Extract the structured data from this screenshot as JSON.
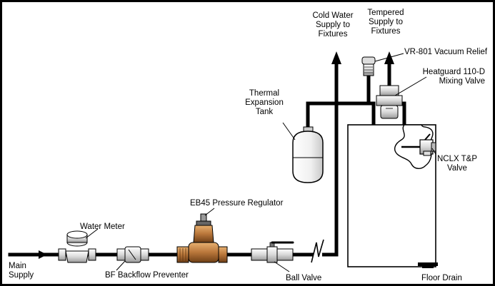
{
  "labels": {
    "cold_water_1": "Cold Water",
    "cold_water_2": "Supply to",
    "cold_water_3": "Fixtures",
    "tempered_1": "Tempered",
    "tempered_2": "Supply to",
    "tempered_3": "Fixtures",
    "vacuum_relief": "VR-801 Vacuum Relief",
    "mixing_valve_1": "Heatguard 110-D",
    "mixing_valve_2": "Mixing Valve",
    "thermal_tank_1": "Thermal",
    "thermal_tank_2": "Expansion",
    "thermal_tank_3": "Tank",
    "tp_valve_1": "NCLX T&P",
    "tp_valve_2": "Valve",
    "pressure_regulator": "EB45 Pressure Regulator",
    "water_meter": "Water Meter",
    "main_supply_1": "Main",
    "main_supply_2": "Supply",
    "backflow_preventer": "BF Backflow Preventer",
    "ball_valve": "Ball Valve",
    "floor_drain": "Floor Drain"
  },
  "colors": {
    "pipe": "#000000",
    "brass": "#b8763a",
    "brass_dark": "#7a4a1e",
    "fitting": "#e6e6e6"
  }
}
